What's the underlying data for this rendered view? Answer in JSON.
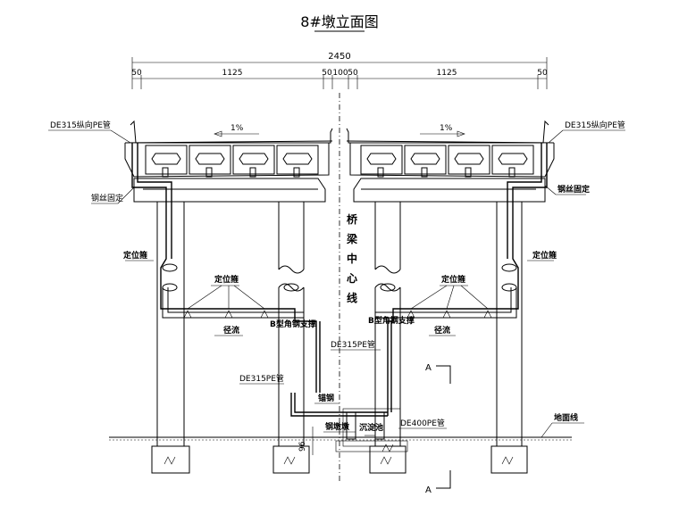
{
  "title": "8#墩立面图",
  "dimensions": {
    "total": "2450",
    "segments": [
      "50",
      "1125",
      "50",
      "100",
      "50",
      "1125",
      "50"
    ]
  },
  "slope_left": "1%",
  "slope_right": "1%",
  "centerline_label": [
    "桥",
    "梁",
    "中",
    "心",
    "线"
  ],
  "labels": {
    "pipe_left_top": "DE315纵向PE管",
    "pipe_right_top": "DE315纵向PE管",
    "fix_left": "钢丝固定",
    "fix_right": "钢丝固定",
    "locator_left": "定位箍",
    "locator_right": "定位箍",
    "locator_mid_left": "定位箍",
    "locator_mid_right": "定位箍",
    "bracket_left": "B型角钢支撑",
    "bracket_right": "B型角钢支撑",
    "flow_left": "径流",
    "flow_right": "径流",
    "pe_right_vertical": "DE315PE管",
    "pe_left_vertical": "DE315PE管",
    "anchor": "锚钢",
    "support_base": "钢墩墩",
    "pe_bottom": "DE400PE管",
    "tank": "沉淀池",
    "ground": "地面线",
    "section_top": "A",
    "section_bottom": "A",
    "depth": "96"
  }
}
